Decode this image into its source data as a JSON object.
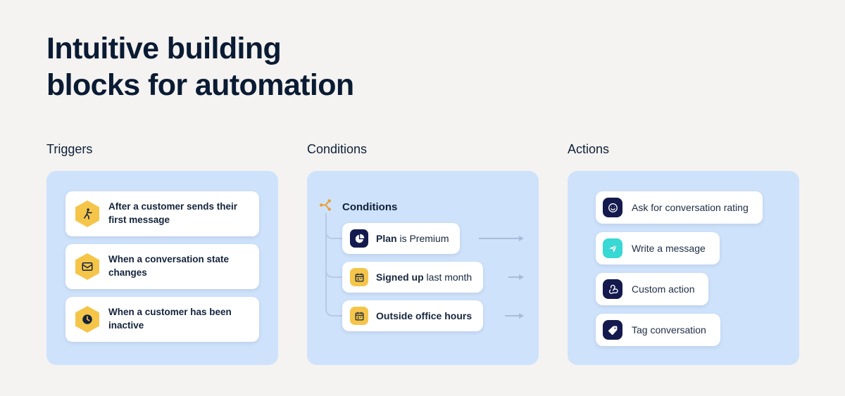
{
  "heading": {
    "line1": "Intuitive building",
    "line2": "blocks for automation"
  },
  "columns": {
    "triggers": {
      "label": "Triggers",
      "items": [
        {
          "icon": "walking-person-icon",
          "text": "After a customer sends their first message"
        },
        {
          "icon": "conversation-state-icon",
          "text": "When a conversation state changes"
        },
        {
          "icon": "clock-icon",
          "text": "When a customer has been inactive"
        }
      ]
    },
    "conditions": {
      "label": "Conditions",
      "header": "Conditions",
      "items": [
        {
          "icon": "pie-chart-icon",
          "bold": "Plan",
          "rest": " is Premium"
        },
        {
          "icon": "calendar-icon",
          "bold": "Signed up",
          "rest": " last month"
        },
        {
          "icon": "calendar-icon",
          "bold": "Outside office hours",
          "rest": ""
        }
      ]
    },
    "actions": {
      "label": "Actions",
      "items": [
        {
          "icon": "smiley-icon",
          "text": "Ask for conversation rating"
        },
        {
          "icon": "paper-plane-icon",
          "text": "Write a message"
        },
        {
          "icon": "webhook-icon",
          "text": "Custom action"
        },
        {
          "icon": "tag-icon",
          "text": "Tag conversation"
        }
      ]
    }
  },
  "colors": {
    "background": "#f4f3f1",
    "card_blue": "#cfe2fb",
    "heading_navy": "#0a1b33",
    "accent_yellow": "#f5c54a",
    "accent_navy": "#141a4e",
    "accent_teal": "#38d8d4",
    "accent_orange": "#e9a23b",
    "connector_gray": "#a8bcd9"
  }
}
